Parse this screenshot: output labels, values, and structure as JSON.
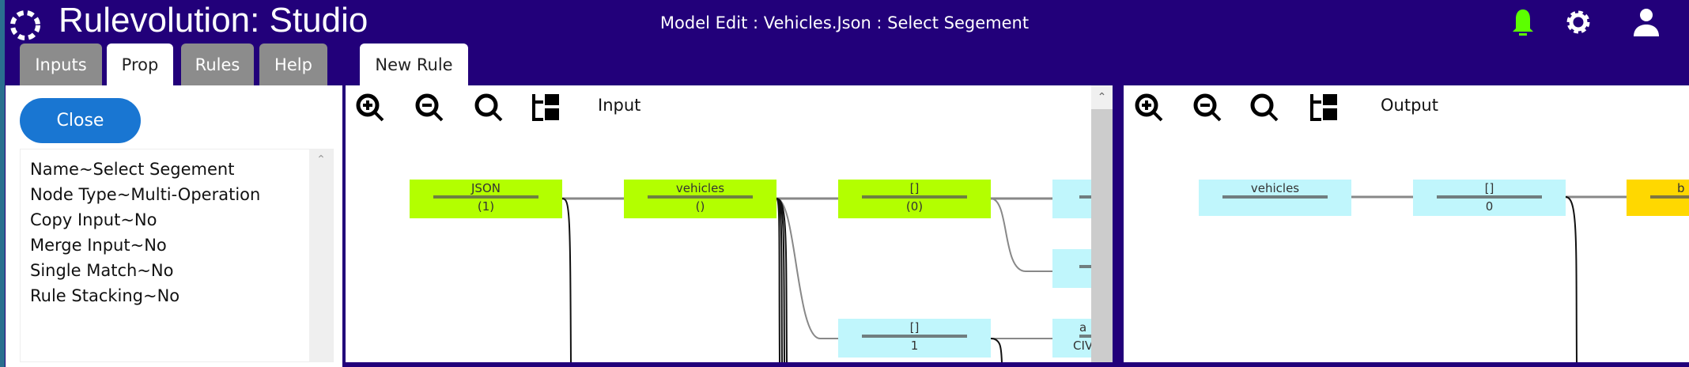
{
  "header": {
    "app_title": "Rulevolution: Studio",
    "model_title": "Model Edit : Vehicles.Json : Select Segement",
    "icons": [
      "bell-icon",
      "gear-icon",
      "user-icon"
    ],
    "bell_color": "#5cff00"
  },
  "tabs": [
    {
      "label": "Inputs"
    },
    {
      "label": "Prop",
      "active": true
    },
    {
      "label": "Rules"
    },
    {
      "label": "Help"
    }
  ],
  "editor_tab": {
    "label": "New Rule"
  },
  "left_panel": {
    "close_label": "Close",
    "properties": [
      "Name~Select Segement",
      "Node Type~Multi-Operation",
      "Copy Input~No",
      "Merge Input~No",
      "Single Match~No",
      "Rule Stacking~No"
    ]
  },
  "input_canvas": {
    "label": "Input",
    "nodes": [
      {
        "title": "JSON",
        "value": "(1)",
        "color": "#b3ff00"
      },
      {
        "title": "vehicles",
        "value": "()",
        "color": "#b3ff00"
      },
      {
        "title": "[]",
        "value": "(0)",
        "color": "#b3ff00"
      },
      {
        "title": "[]",
        "value": "1",
        "color": "#c0f6fc"
      },
      {
        "title": "a",
        "value": "CIV",
        "color": "#c0f6fc"
      }
    ]
  },
  "output_canvas": {
    "label": "Output",
    "nodes": [
      {
        "title": "vehicles",
        "value": "",
        "color": "#c0f6fc"
      },
      {
        "title": "[]",
        "value": "0",
        "color": "#c0f6fc"
      },
      {
        "title": "b",
        "value": "",
        "color": "#ffd800"
      }
    ]
  },
  "colors": {
    "header": "#22007a",
    "tab_inactive": "#8c8c8c",
    "close_button": "#1976d2"
  }
}
